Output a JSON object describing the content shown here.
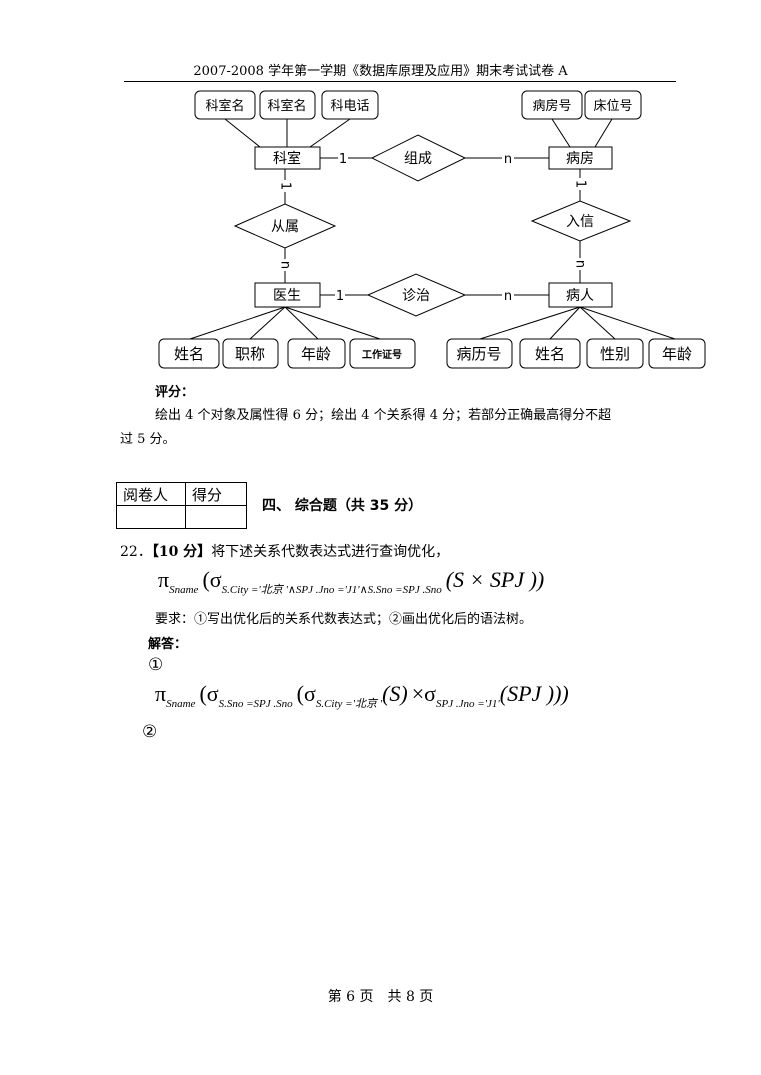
{
  "header": {
    "title": "2007-2008 学年第一学期《数据库原理及应用》期末考试试卷 A"
  },
  "er": {
    "entities": {
      "keshi": "科室",
      "bingfang": "病房",
      "yisheng": "医生",
      "bingren": "病人"
    },
    "relations": {
      "zucheng": "组成",
      "congshu": "从属",
      "ruxin": "入信",
      "zhenzhi": "诊治"
    },
    "attrs": {
      "keshi_1": "科室名",
      "keshi_2": "科室名",
      "keshi_3": "科电话",
      "bingfang_1": "病房号",
      "bingfang_2": "床位号",
      "yisheng_1": "姓名",
      "yisheng_2": "职称",
      "yisheng_3": "年龄",
      "yisheng_4": "工作证号",
      "bingren_1": "病历号",
      "bingren_2": "姓名",
      "bingren_3": "性别",
      "bingren_4": "年龄"
    },
    "card": {
      "one": "1",
      "many": "n"
    }
  },
  "grading": {
    "label": "评分：",
    "line1": "绘出 4 个对象及属性得 6 分；绘出 4 个关系得 4 分；若部分正确最高得分不超",
    "line2": "过 5 分。"
  },
  "score_table": {
    "reviewer": "阅卷人",
    "score": "得分"
  },
  "section": {
    "title": "四、 综合题（共 35 分）"
  },
  "question": {
    "number": "22．",
    "points": "【10 分】",
    "text": "将下述关系代数表达式进行查询优化，",
    "requirement": "要求：①写出优化后的关系代数表达式；②画出优化后的语法树。",
    "answer_label": "解答：",
    "mark1": "①",
    "mark2": "②"
  },
  "formula1": {
    "pi": "π",
    "pi_sub": "Sname",
    "open": "(",
    "sigma": "σ",
    "sigma_sub": "S.City ='北京 '∧SPJ .Jno ='J1'∧S.Sno =SPJ .Sno",
    "body": "(S × SPJ ))"
  },
  "formula2": {
    "pi": "π",
    "pi_sub": "Sname",
    "open": "(",
    "sigma1": "σ",
    "sigma1_sub": "S.Sno =SPJ .Sno",
    "open2": "(",
    "sigma2": "σ",
    "sigma2_sub": "S.City ='北京 '",
    "s": "(S)",
    "times": "×",
    "sigma3": "σ",
    "sigma3_sub": "SPJ .Jno ='J1'",
    "tail": "(SPJ )))"
  },
  "footer": {
    "text": "第 6 页　共 8 页"
  }
}
